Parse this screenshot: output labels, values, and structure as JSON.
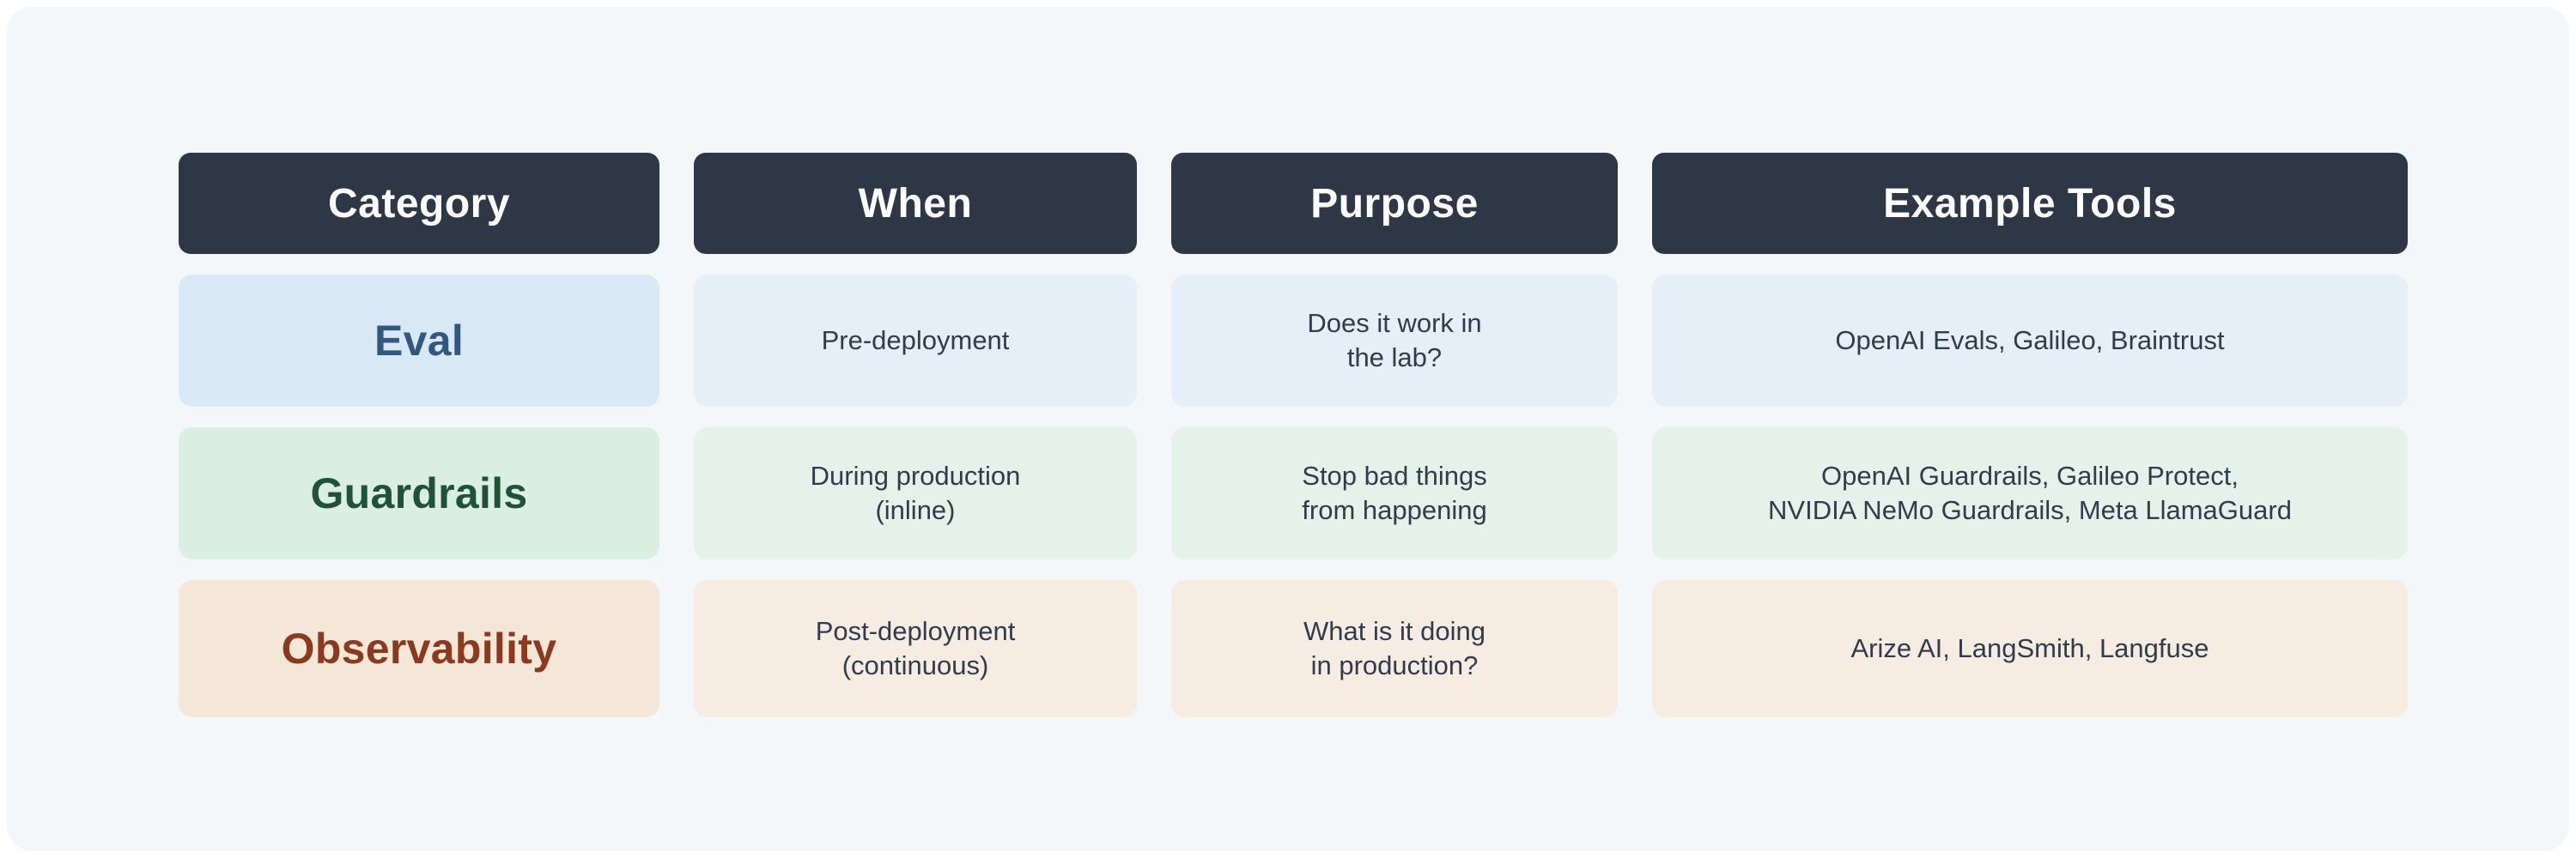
{
  "palette": {
    "page_bg": "#ffffff",
    "panel_bg": "#f3f7fa",
    "header_bg": "#2e3746",
    "header_text": "#ffffff",
    "body_text": "#303c4d",
    "eval_row": {
      "category_bg": "#d9e8f6",
      "cell_bg": "#e6eef8",
      "category_text": "#335880"
    },
    "guardrails_row": {
      "category_bg": "#dbeee2",
      "cell_bg": "#e4f2e9",
      "category_text": "#20523a"
    },
    "observability_row": {
      "category_bg": "#f4e7d7",
      "cell_bg": "#f7ece1",
      "category_text": "#8b3a20"
    }
  },
  "table": {
    "headers": [
      "Category",
      "When",
      "Purpose",
      "Example Tools"
    ],
    "rows": [
      {
        "category": "Eval",
        "when": "Pre-deployment",
        "purpose": "Does it work in\nthe lab?",
        "tools": "OpenAI Evals, Galileo, Braintrust"
      },
      {
        "category": "Guardrails",
        "when": "During production\n(inline)",
        "purpose": "Stop bad things\nfrom happening",
        "tools": "OpenAI Guardrails, Galileo Protect,\nNVIDIA NeMo Guardrails, Meta LlamaGuard"
      },
      {
        "category": "Observability",
        "when": "Post-deployment\n(continuous)",
        "purpose": "What is it doing\nin production?",
        "tools": "Arize AI, LangSmith, Langfuse"
      }
    ]
  },
  "chart_data": {
    "type": "table",
    "title": "",
    "columns": [
      "Category",
      "When",
      "Purpose",
      "Example Tools"
    ],
    "rows": [
      [
        "Eval",
        "Pre-deployment",
        "Does it work in the lab?",
        "OpenAI Evals, Galileo, Braintrust"
      ],
      [
        "Guardrails",
        "During production (inline)",
        "Stop bad things from happening",
        "OpenAI Guardrails, Galileo Protect, NVIDIA NeMo Guardrails, Meta LlamaGuard"
      ],
      [
        "Observability",
        "Post-deployment (continuous)",
        "What is it doing in production?",
        "Arize AI, LangSmith, Langfuse"
      ]
    ],
    "legend_position": "none",
    "grid": false
  }
}
